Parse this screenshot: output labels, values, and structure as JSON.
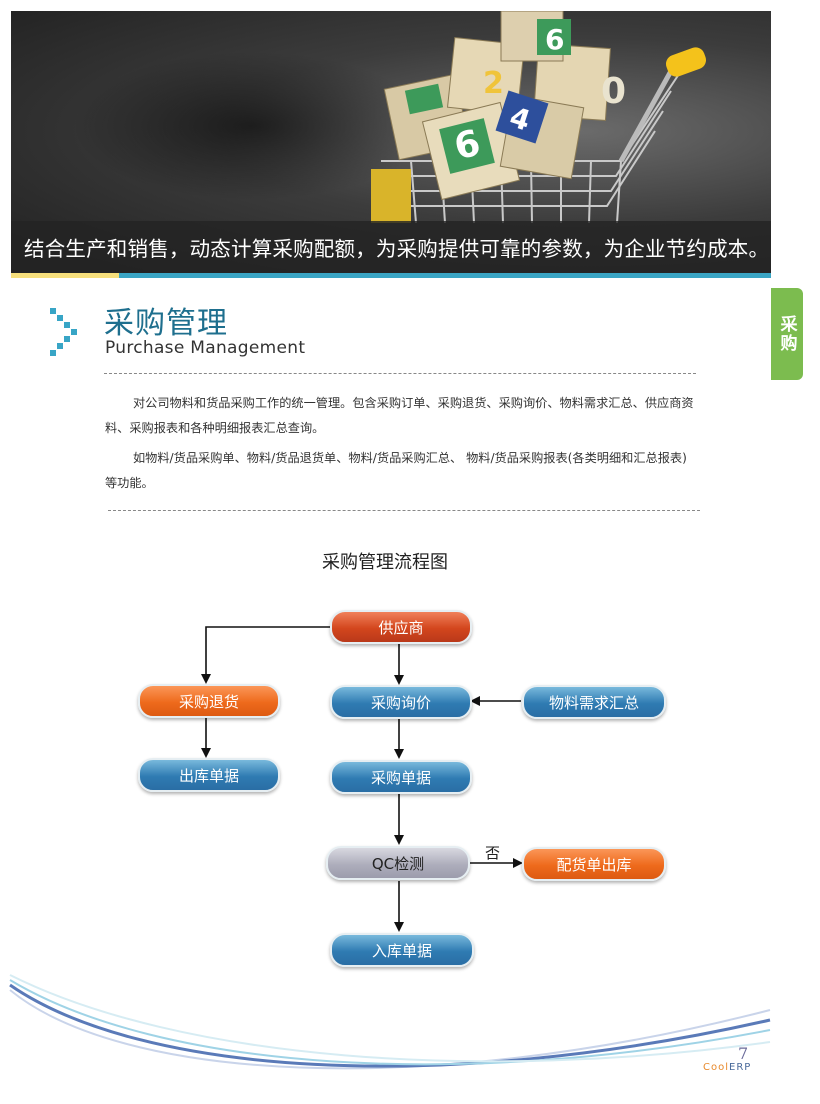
{
  "banner": {
    "caption": "结合生产和销售，动态计算采购配额，为采购提供可靠的参数，为企业节约成本。"
  },
  "side_tab": {
    "label": "采购"
  },
  "section": {
    "title": "采购管理",
    "subtitle": "Purchase Management"
  },
  "paragraphs": [
    "对公司物料和货品采购工作的统一管理。包含采购订单、采购退货、采购询价、物料需求汇总、供应商资料、采购报表和各种明细报表汇总查询。",
    "如物料/货品采购单、物料/货品退货单、物料/货品采购汇总、 物料/货品采购报表(各类明细和汇总报表)等功能。"
  ],
  "flowchart": {
    "title": "采购管理流程图",
    "nodes": {
      "supplier": "供应商",
      "purchase_return": "采购退货",
      "purchase_inquiry": "采购询价",
      "material_demand": "物料需求汇总",
      "outbound_doc": "出库单据",
      "purchase_doc": "采购单据",
      "qc_check": "QC检测",
      "delivery_out": "配货单出库",
      "inbound_doc": "入库单据"
    },
    "no_label": "否"
  },
  "footer": {
    "page_number": "7",
    "brand_prefix": "Cool",
    "brand_suffix": "ERP"
  },
  "colors": {
    "teal": "#3aa5c4",
    "yellow": "#f6df7c",
    "tab_green": "#7cbc4f",
    "title_blue": "#1e6f8e"
  }
}
